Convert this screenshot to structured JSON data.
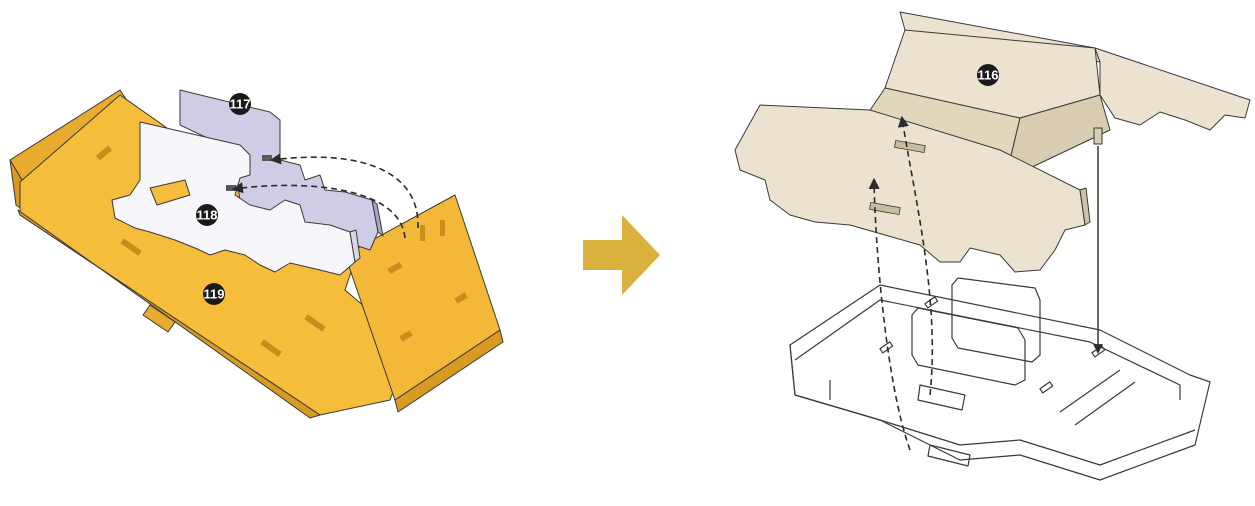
{
  "parts": {
    "p116": {
      "label": "116"
    },
    "p117": {
      "label": "117"
    },
    "p118": {
      "label": "118"
    },
    "p119": {
      "label": "119"
    }
  },
  "colors": {
    "base_yellow": "#f5bd3a",
    "base_yellow_dark": "#e0a52a",
    "panel_lavender": "#cfcde6",
    "panel_white": "#f7f7fb",
    "roof_beige": "#ebe3cf",
    "roof_beige_dark": "#d8cdb2",
    "arrow_gold": "#d9b13d",
    "badge": "#1a1a1a"
  },
  "icons": {
    "step_arrow": "right-arrow-icon"
  }
}
